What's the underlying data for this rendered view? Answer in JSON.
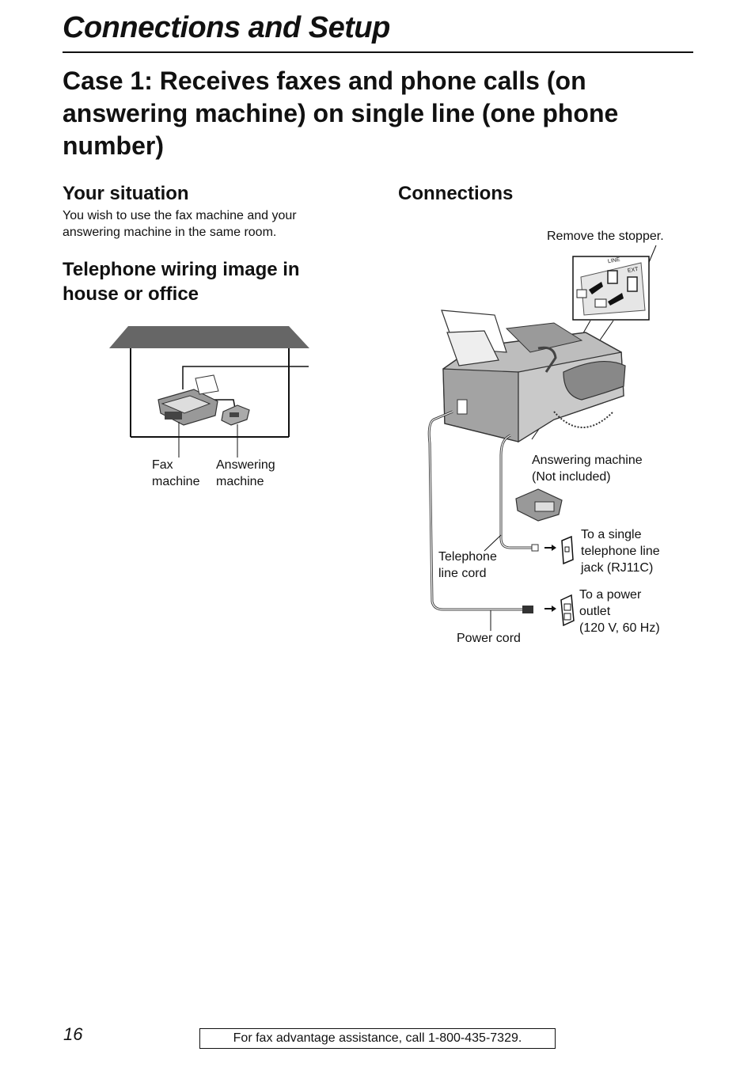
{
  "header": {
    "section_title": "Connections and Setup"
  },
  "case_heading": "Case 1: Receives faxes and phone calls (on answering machine) on single line (one phone number)",
  "your_situation": {
    "heading": "Your situation",
    "text_line1": "You wish to use the fax machine and your",
    "text_line2": "answering machine in the same room."
  },
  "wiring": {
    "heading_line1": "Telephone wiring image in",
    "heading_line2": "house or office",
    "label_fax_line1": "Fax",
    "label_fax_line2": "machine",
    "label_am_line1": "Answering",
    "label_am_line2": "machine"
  },
  "connections": {
    "heading": "Connections",
    "remove_stopper": "Remove the stopper.",
    "port_line": "LINE",
    "port_ext": "EXT",
    "am_line1": "Answering machine",
    "am_line2": "(Not included)",
    "jack_line1": "To a single",
    "jack_line2": "telephone line",
    "jack_line3": "jack (RJ11C)",
    "tel_cord_line1": "Telephone",
    "tel_cord_line2": "line cord",
    "outlet_line1": "To a power",
    "outlet_line2": "outlet",
    "outlet_line3": "(120 V, 60 Hz)",
    "power_cord": "Power cord"
  },
  "footer": {
    "page_number": "16",
    "assistance": "For fax advantage assistance, call 1-800-435-7329."
  }
}
